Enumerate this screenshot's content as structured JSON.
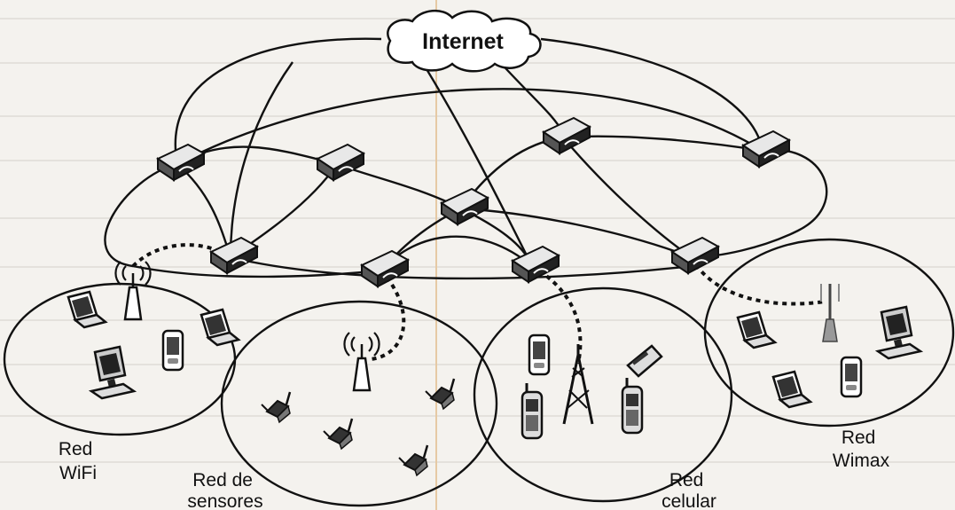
{
  "internet_label": "Internet",
  "labels": {
    "wifi": [
      "Red",
      "WiFi"
    ],
    "sensores": [
      "Red de",
      "sensores"
    ],
    "celular": [
      "Red",
      "celular"
    ],
    "wimax": [
      "Red",
      "Wimax"
    ]
  }
}
